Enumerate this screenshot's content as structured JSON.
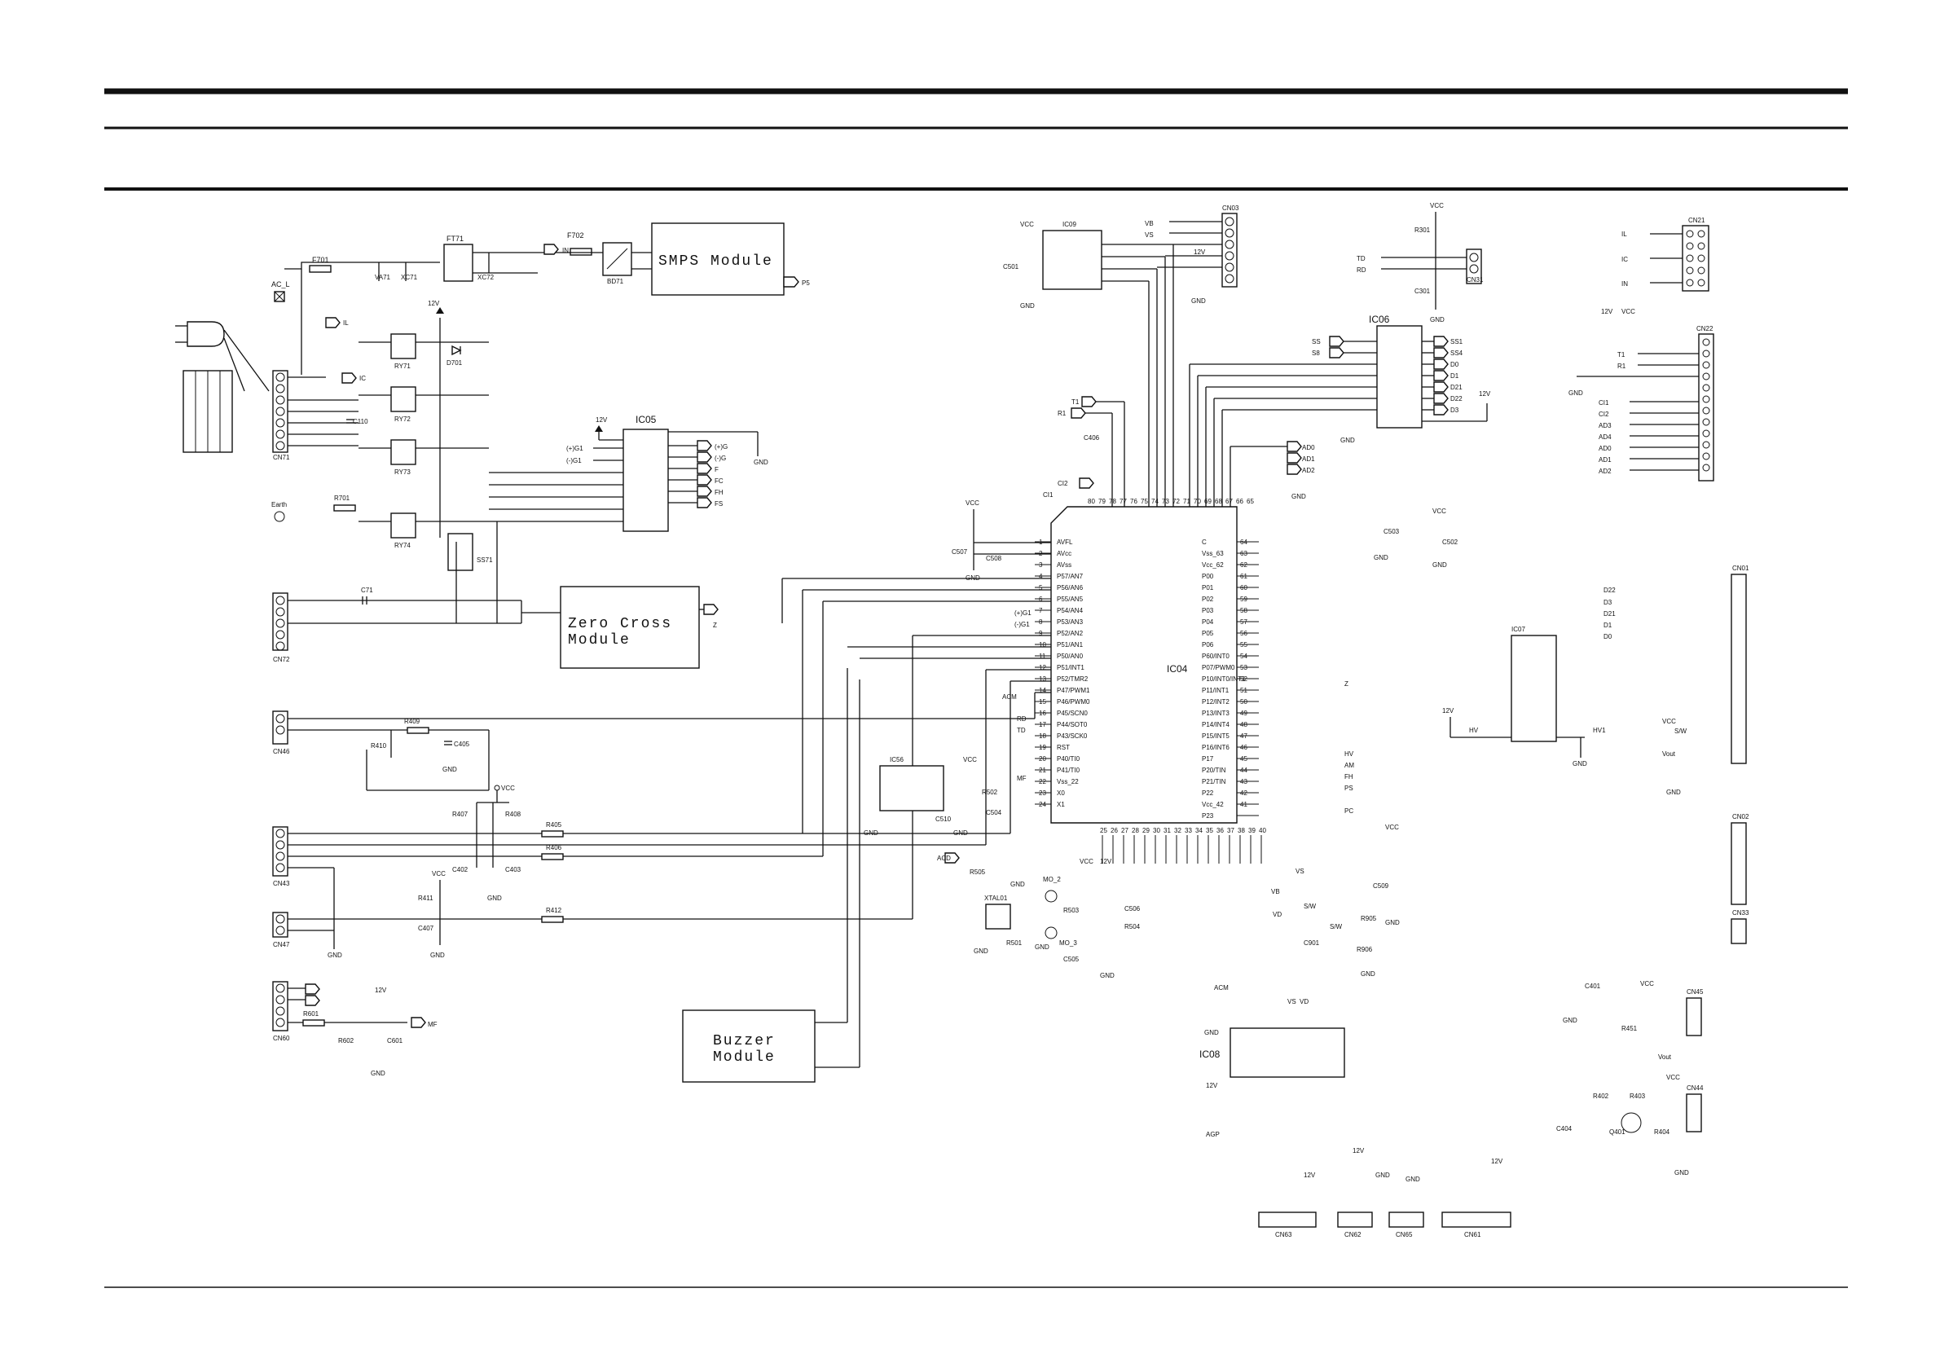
{
  "modules": {
    "smps": "SMPS Module",
    "zero_cross_line1": "Zero Cross",
    "zero_cross_line2": "Module",
    "buzzer_line1": "Buzzer",
    "buzzer_line2": "Module"
  },
  "ics": {
    "ic04": "IC04",
    "ic05": "IC05",
    "ic06": "IC06",
    "ic07": "IC07",
    "ic08": "IC08",
    "ic09": "IC09",
    "ic56": "IC56"
  },
  "connectors": {
    "cn71": "CN71",
    "cn72": "CN72",
    "cn46": "CN46",
    "cn43": "CN43",
    "cn47": "CN47",
    "cn60": "CN60",
    "cn03": "CN03",
    "cn21": "CN21",
    "cn22": "CN22",
    "cn31": "CN31",
    "cn01": "CN01",
    "cn02": "CN02",
    "cn33": "CN33",
    "cn45": "CN45",
    "cn44": "CN44",
    "cn63": "CN63",
    "cn62": "CN62",
    "cn61": "CN61",
    "cn65": "CN65"
  },
  "components": {
    "f701": "F701",
    "f702": "F702",
    "ft71": "FT71",
    "va71": "VA71",
    "xc71": "XC71",
    "xc72": "XC72",
    "bd71": "BD71",
    "ry71": "RY71",
    "ry72": "RY72",
    "ry73": "RY73",
    "ry74": "RY74",
    "d701": "D701",
    "c110": "C110",
    "r701": "R701",
    "ssr": "SS71",
    "c71": "C71",
    "r409": "R409",
    "r410": "R410",
    "c405": "C405",
    "r407": "R407",
    "r408": "R408",
    "r405": "R405",
    "r406": "R406",
    "c402": "C402",
    "c403": "C403",
    "r411": "R411",
    "c407": "C407",
    "r412": "R412",
    "r601": "R601",
    "r602": "R602",
    "c601": "C601",
    "c501": "C501",
    "c406": "C406",
    "c507": "C507",
    "c508": "C508",
    "c503": "C503",
    "c502": "C502",
    "r502": "R502",
    "c504": "C504",
    "c510": "C510",
    "r505": "R505",
    "r503": "R503",
    "r504": "R504",
    "c506": "C506",
    "c505": "C505",
    "r501": "R501",
    "xtal": "XTAL01",
    "c509": "C509",
    "r905": "R905",
    "r906": "R906",
    "c901": "C901",
    "r301": "R301",
    "c301": "C301",
    "c401": "C401",
    "r451": "R451",
    "r402": "R402",
    "r403": "R403",
    "q401": "Q401",
    "r404": "R404",
    "c404": "C404"
  },
  "power": {
    "vcc": "VCC",
    "gnd": "GND",
    "v12": "12V"
  },
  "signals": {
    "acl": "AC_L",
    "earth": "Earth",
    "il": "IL",
    "ic": "IC",
    "in": "IN",
    "p5": "P5",
    "z": "Z",
    "ig_plus": "(+)G1",
    "ig_minus": "(-)G1",
    "ig_p": "(+)G",
    "ig_m": "(-)G",
    "f": "F",
    "fc": "FC",
    "fh": "FH",
    "fs": "FS",
    "ss": "SS",
    "s8": "S8",
    "ss1": "SS1",
    "ss4": "SS4",
    "d0": "D0",
    "d1": "D1",
    "d21": "D21",
    "d22": "D22",
    "d3": "D3",
    "t1": "T1",
    "r1": "R1",
    "ci1": "CI1",
    "ci2": "CI2",
    "ad0": "AD0",
    "ad1": "AD1",
    "ad2": "AD2",
    "ad3": "AD3",
    "ad4": "AD4",
    "td": "TD",
    "rd": "RD",
    "hv": "HV",
    "hv1": "HV1",
    "sw": "S/W",
    "vout": "Vout",
    "acm": "ACM",
    "acd": "ACD",
    "mf": "MF",
    "agp": "AGP",
    "vs": "VS",
    "vb": "VB",
    "vd": "VD",
    "mo2": "MO_2",
    "mo3": "MO_3",
    "am": "AM",
    "pc": "PC",
    "ps": "PS"
  },
  "ic04_pins_left": [
    "AVFL",
    "AVcc",
    "AVss",
    "P57/AN7",
    "P56/AN6",
    "P55/AN5",
    "P54/AN4",
    "P53/AN3",
    "P52/AN2",
    "P51/AN1",
    "P50/AN0",
    "P51/INT1",
    "P52/TMR2",
    "P47/PWM1",
    "P46/PWM0",
    "P45/SCN0",
    "P44/SOT0",
    "P43/SCK0",
    "RST",
    "P40/TI0",
    "P41/TI0",
    "Vss_22",
    "X0",
    "X1"
  ],
  "ic04_pins_right": [
    "C",
    "Vss_63",
    "Vcc_62",
    "P00",
    "P01",
    "P02",
    "P03",
    "P04",
    "P05",
    "P06",
    "P60/INT0",
    "P07/PWM0",
    "P10/INT0/INT1",
    "P11/INT1",
    "P12/INT2",
    "P13/INT3",
    "P14/INT4",
    "P15/INT5",
    "P16/INT6",
    "P17",
    "P20/TIN",
    "P21/TIN",
    "P22",
    "Vcc_42",
    "P23"
  ],
  "ic04_right_numbers": [
    "64",
    "63",
    "62",
    "61",
    "60",
    "59",
    "58",
    "57",
    "56",
    "55",
    "54",
    "53",
    "52",
    "51",
    "50",
    "49",
    "48",
    "47",
    "46",
    "45",
    "44",
    "43",
    "42",
    "41"
  ],
  "ic04_top_numbers": [
    "80",
    "79",
    "78",
    "77",
    "76",
    "75",
    "74",
    "73",
    "72",
    "71",
    "70",
    "69",
    "68",
    "67",
    "66",
    "65"
  ],
  "ic04_bottom_numbers": [
    "25",
    "26",
    "27",
    "28",
    "29",
    "30",
    "31",
    "32",
    "33",
    "34",
    "35",
    "36",
    "37",
    "38",
    "39",
    "40"
  ],
  "ic04_left_numbers": [
    "1",
    "2",
    "3",
    "4",
    "5",
    "6",
    "7",
    "8",
    "9",
    "10",
    "11",
    "12",
    "13",
    "14",
    "15",
    "16",
    "17",
    "18",
    "19",
    "20",
    "21",
    "22",
    "23",
    "24"
  ]
}
